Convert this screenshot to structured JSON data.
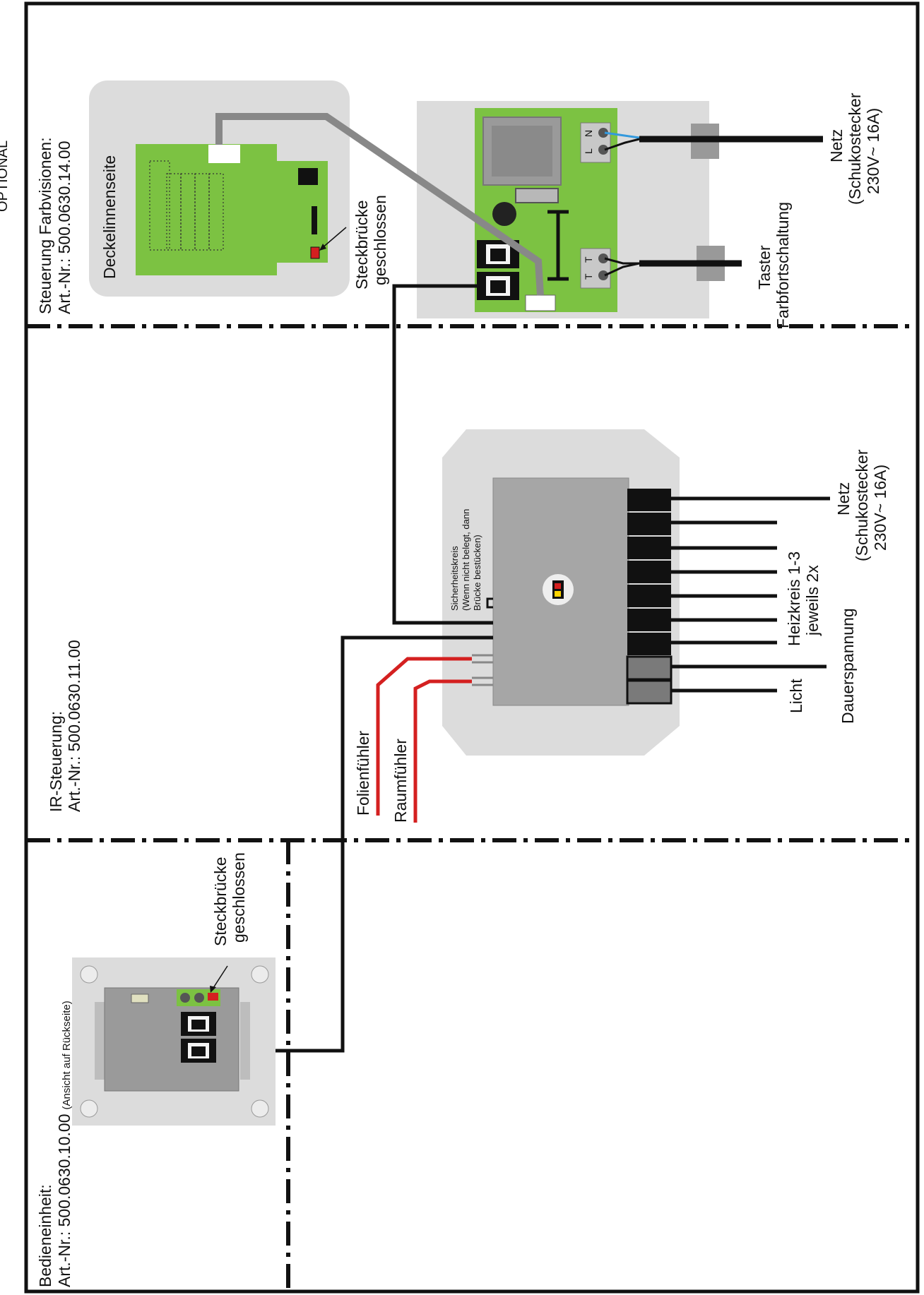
{
  "header": {
    "optional": "OPTIONAL"
  },
  "farbvision": {
    "title": "Steuerung Farbvisionen:",
    "article": "Art.-Nr.: 500.0630.14.00",
    "lid_label": "Deckelinnenseite",
    "jumper_line1": "Steckbrücke",
    "jumper_line2": "geschlossen",
    "net_line1": "Netz",
    "net_line2": "(Schukostecker",
    "net_line3": "230V~ 16A)",
    "taster_line1": "Taster",
    "taster_line2": "Farbfortschaltung",
    "term_n": "N",
    "term_l": "L",
    "term_t1": "T",
    "term_t2": "T"
  },
  "ir": {
    "title": "IR-Steuerung:",
    "article": "Art.-Nr.: 500.0630.11.00",
    "safety_line1": "Sicherheitskreis",
    "safety_line2": "(Wenn nicht belegt, dann",
    "safety_line3": "Brücke bestücken)",
    "net_line1": "Netz",
    "net_line2": "(Schukostecker",
    "net_line3": "230V~ 16A)",
    "heiz_line1": "Heizkreis 1-3",
    "heiz_line2": "jeweils 2x",
    "dauer": "Dauerspannung",
    "licht": "Licht",
    "folien": "Folienfühler",
    "raum": "Raumfühler"
  },
  "bedien": {
    "title": "Bedieneinheit:",
    "article": "Art.-Nr.: 500.0630.10.00",
    "view": "(Ansicht auf Rückseite)",
    "jumper_line1": "Steckbrücke",
    "jumper_line2": "geschlossen"
  },
  "colors": {
    "pcb_green": "#7cc242",
    "gray_body": "#a6a6a6",
    "light_gray": "#dcdcdc",
    "wire_black": "#111111",
    "wire_red": "#d42020",
    "wire_gray": "#888888",
    "wire_blue": "#3399dd"
  }
}
